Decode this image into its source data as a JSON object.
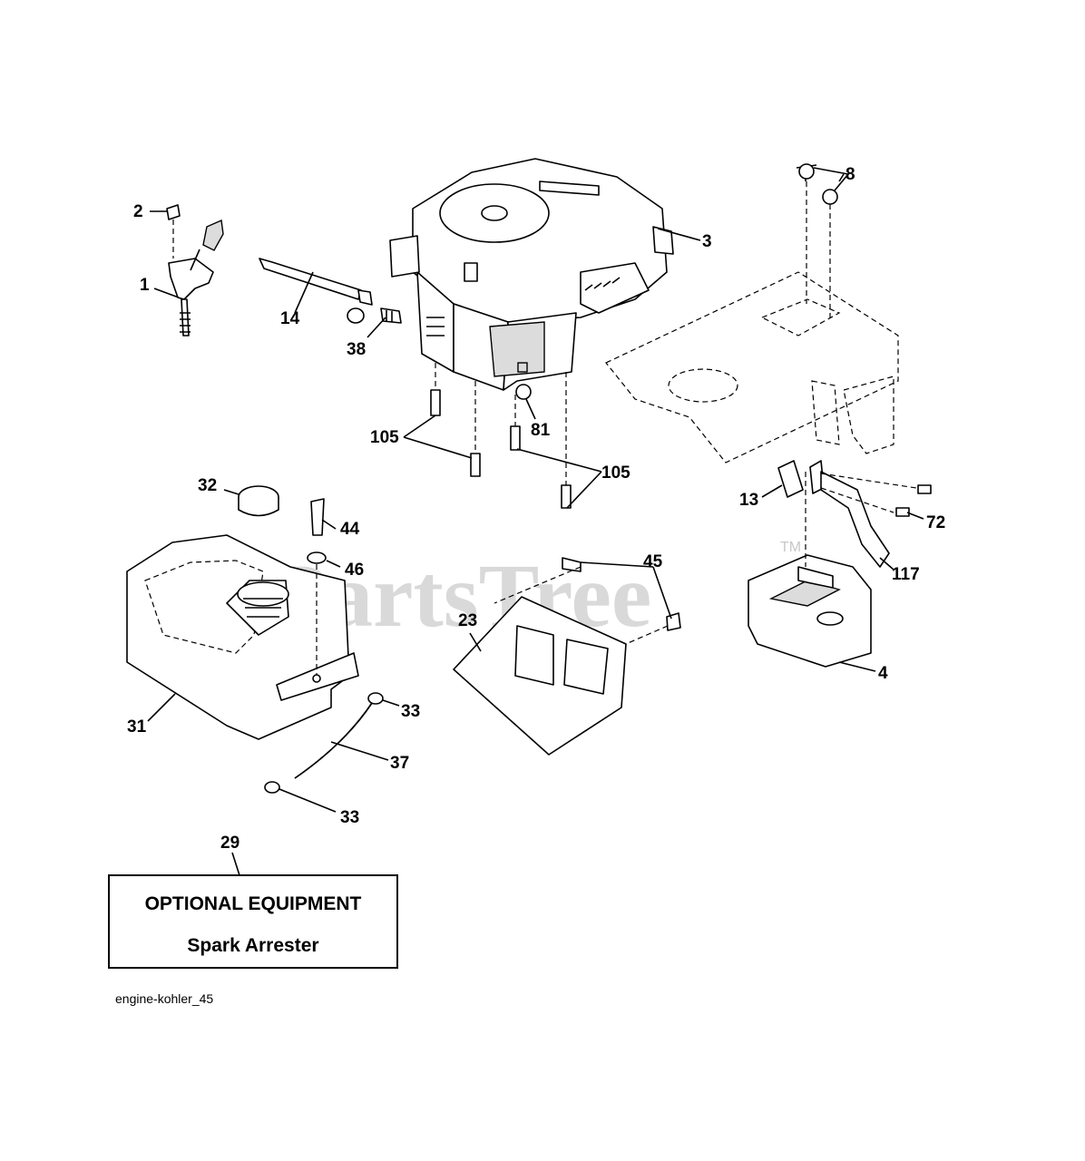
{
  "callouts": {
    "c1": "1",
    "c2": "2",
    "c3": "3",
    "c4": "4",
    "c8": "8",
    "c13": "13",
    "c14": "14",
    "c23": "23",
    "c29": "29",
    "c31": "31",
    "c32": "32",
    "c33a": "33",
    "c33b": "33",
    "c37": "37",
    "c38": "38",
    "c44": "44",
    "c45": "45",
    "c46": "46",
    "c72": "72",
    "c81": "81",
    "c105a": "105",
    "c105b": "105",
    "c117": "117"
  },
  "optional_box": {
    "title": "OPTIONAL EQUIPMENT",
    "subtitle": "Spark Arrester"
  },
  "watermark": {
    "text": "PartsTree",
    "tm": "TM"
  },
  "caption": "engine-kohler_45"
}
